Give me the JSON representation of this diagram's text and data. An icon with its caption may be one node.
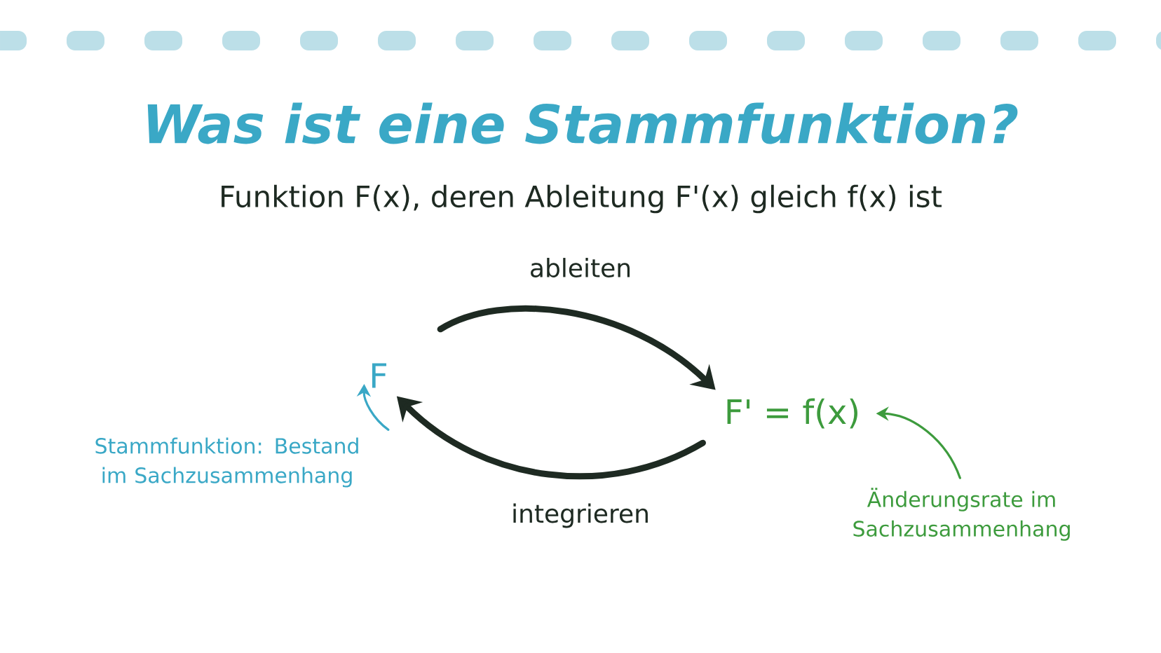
{
  "diagram": {
    "title": "Was ist eine Stammfunktion?",
    "nodes": [
      {
        "text": [
          "F"
        ]
      },
      {
        "text": [
          "F' = f(x)"
        ]
      },
      {
        "text": [
          "Stammfunktion: Bestand im Sachzusammenhang"
        ]
      },
      {
        "text": [
          "Änderungsrate im Sachzusammenhang"
        ]
      }
    ],
    "edges": [
      {
        "from": 0,
        "to": 1,
        "arrow": "to",
        "label": "ableiten",
        "style": "thick"
      },
      {
        "from": 1,
        "to": 0,
        "arrow": "to",
        "label": "integrieren",
        "style": "thick"
      },
      {
        "from": 2,
        "to": 0,
        "arrow": "to",
        "color": "#3aa8c6"
      },
      {
        "from": 3,
        "to": 1,
        "arrow": "to",
        "color": "#3d9b3d"
      }
    ],
    "labels": [
      "Funktion F(x), deren Ableitung F'(x) gleich f(x) ist"
    ]
  }
}
